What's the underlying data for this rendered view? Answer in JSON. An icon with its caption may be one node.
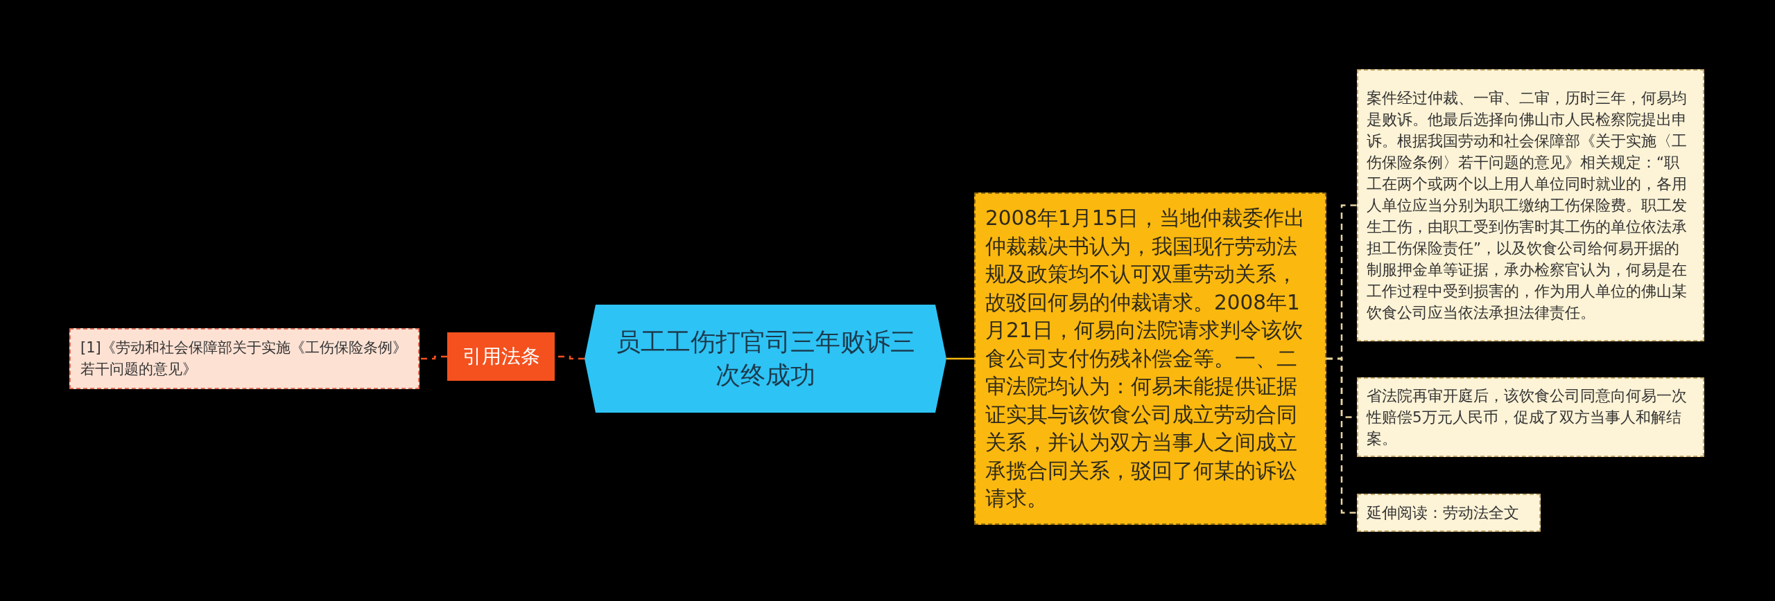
{
  "diagram": {
    "nodes": [
      {
        "text": [
          "[1]《劳动和社会保障部关于实施《工伤保险条例》若干问题的意见》"
        ]
      },
      {
        "text": [
          "引用法条"
        ]
      },
      {
        "text": [
          "员工工伤打官司三年败诉三次终成功"
        ]
      },
      {
        "text": [
          "2008年1月15日，当地仲裁委作出仲裁裁决书认为，我国现行劳动法规及政策均不认可双重劳动关系，故驳回何易的仲裁请求。2008年1月21日，何易向法院请求判令该饮食公司支付伤残补偿金等。一、二审法院均认为：何易未能提供证据证实其与该饮食公司成立劳动合同关系，并认为双方当事人之间成立承揽合同关系，驳回了何某的诉讼请求。"
        ]
      },
      {
        "text": [
          "案件经过仲裁、一审、二审，历时三年，何易均是败诉。他最后选择向佛山市人民检察院提出申诉。根据我国劳动和社会保障部《关于实施〈工伤保险条例〉若干问题的意见》相关规定：“职工在两个或两个以上用人单位同时就业的，各用人单位应当分别为职工缴纳工伤保险费。职工发生工伤，由职工受到伤害时其工伤的单位依法承担工伤保险责任”，以及饮食公司给何易开据的制服押金单等证据，承办检察官认为，何易是在工作过程中受到损害的，作为用人单位的佛山某饮食公司应当依法承担法律责任。"
        ]
      },
      {
        "text": [
          "省法院再审开庭后，该饮食公司同意向何易一次性赔偿5万元人民币，促成了双方当事人和解结案。"
        ]
      },
      {
        "text": [
          "延伸阅读：劳动法全文"
        ]
      }
    ],
    "edges": [
      {
        "from": 2,
        "to": 1,
        "arrow": "none",
        "style": "dashed",
        "color": "#f4511e"
      },
      {
        "from": 1,
        "to": 0,
        "arrow": "none",
        "style": "dashed",
        "color": "#f4511e"
      },
      {
        "from": 2,
        "to": 3,
        "arrow": "none",
        "color": "#fbb80f"
      },
      {
        "from": 3,
        "to": 4,
        "arrow": "none",
        "style": "dashed"
      },
      {
        "from": 3,
        "to": 5,
        "arrow": "none",
        "style": "dashed"
      },
      {
        "from": 3,
        "to": 6,
        "arrow": "none",
        "style": "dashed"
      }
    ]
  }
}
